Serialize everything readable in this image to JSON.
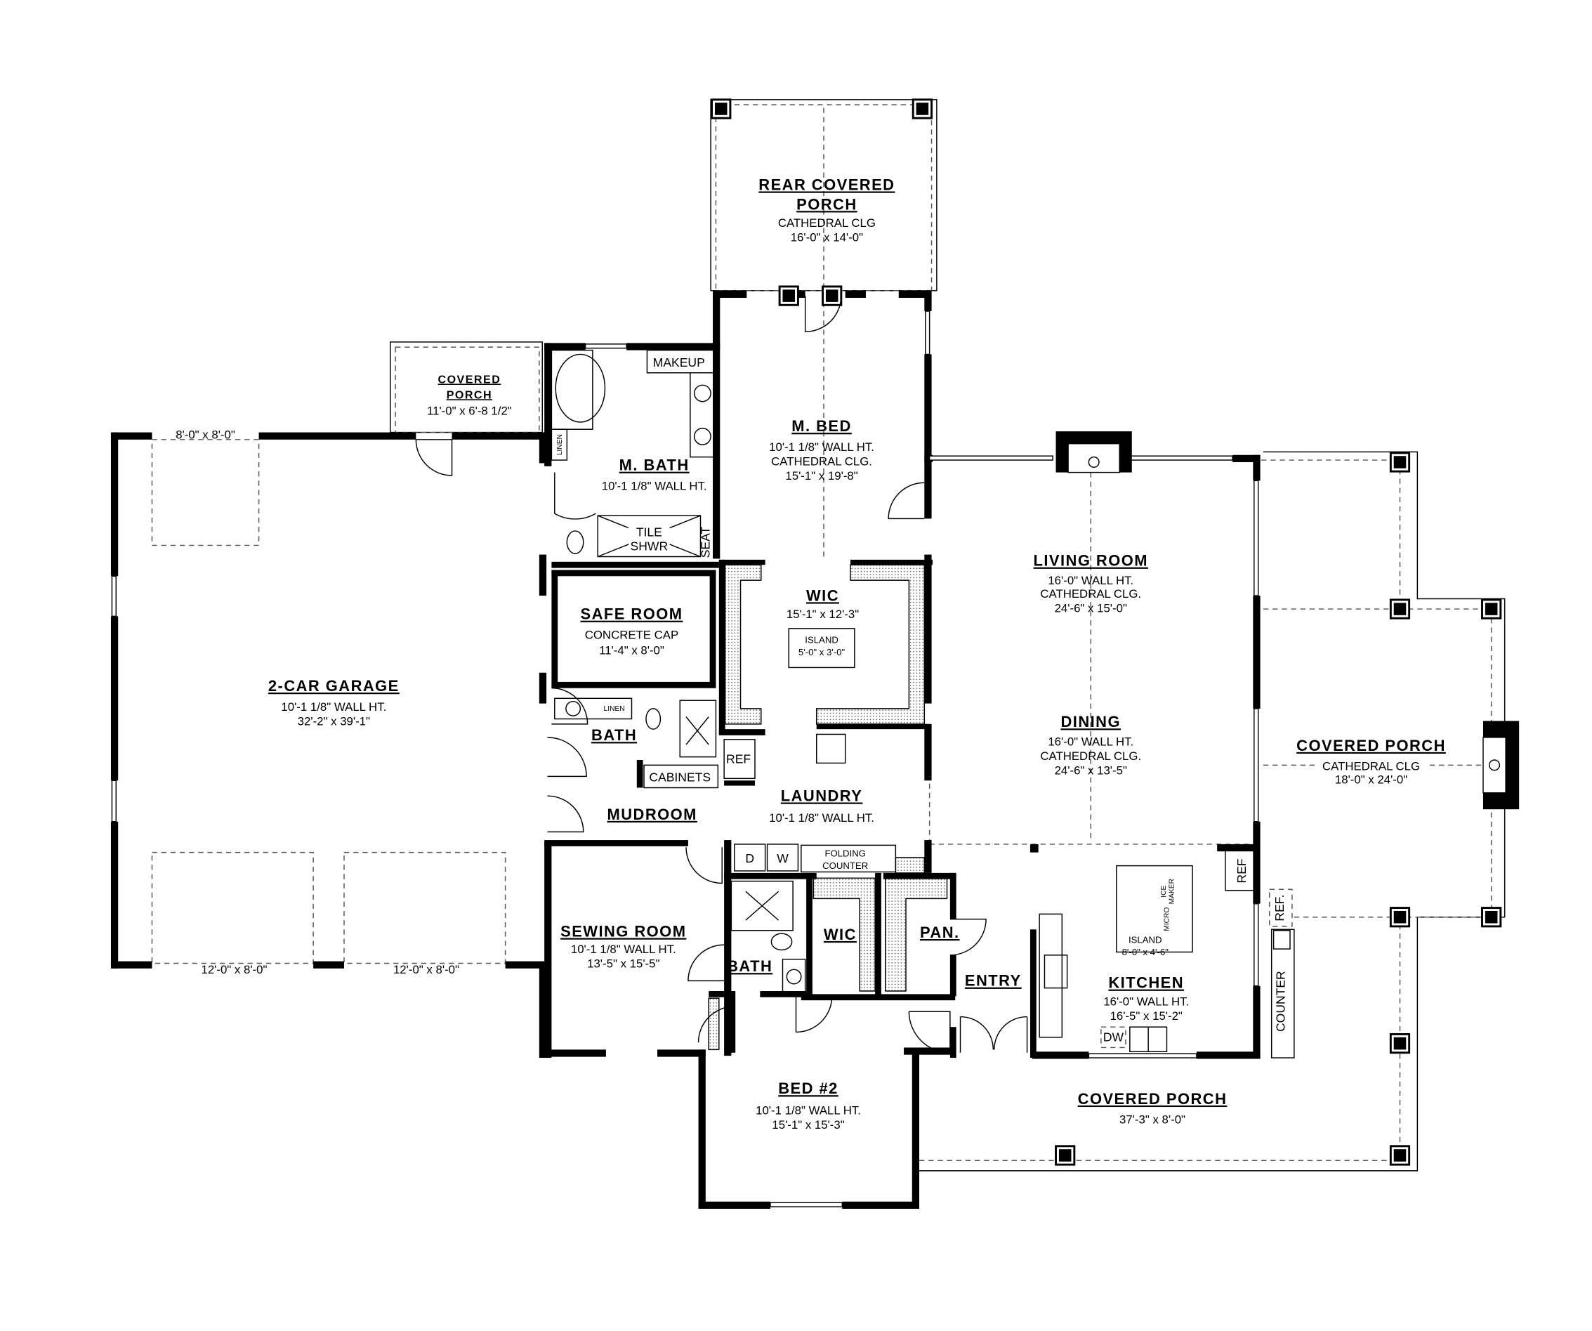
{
  "rooms": {
    "rear_porch": {
      "name": [
        "REAR COVERED",
        "PORCH"
      ],
      "details": [
        "CATHEDRAL CLG",
        "16'-0\" x 14'-0\""
      ]
    },
    "side_porch": {
      "name": [
        "COVERED",
        "PORCH"
      ],
      "details": [
        "11'-0\" x 6'-8 1/2\""
      ]
    },
    "master_bath": {
      "name": [
        "M. BATH"
      ],
      "details": [
        "10'-1 1/8\" WALL HT."
      ]
    },
    "master_bed": {
      "name": [
        "M. BED"
      ],
      "details": [
        "10'-1 1/8\" WALL HT.",
        "CATHEDRAL CLG.",
        "15'-1\" x 19'-8\""
      ]
    },
    "master_wic": {
      "name": [
        "WIC"
      ],
      "details": [
        "15'-1\" x 12'-3\""
      ]
    },
    "safe_room": {
      "name": [
        "SAFE ROOM"
      ],
      "details": [
        "CONCRETE CAP",
        "11'-4\" x 8'-0\""
      ]
    },
    "garage": {
      "name": [
        "2-CAR GARAGE"
      ],
      "details": [
        "10'-1 1/8\" WALL HT.",
        "32'-2\" x 39'-1\""
      ]
    },
    "bath_1": {
      "name": [
        "BATH"
      ]
    },
    "laundry": {
      "name": [
        "LAUNDRY"
      ],
      "details": [
        "10'-1 1/8\" WALL HT."
      ]
    },
    "mudroom": {
      "name": [
        "MUDROOM"
      ]
    },
    "living": {
      "name": [
        "LIVING ROOM"
      ],
      "details": [
        "16'-0\" WALL HT.",
        "CATHEDRAL CLG.",
        "24'-6\" x 15'-0\""
      ]
    },
    "dining": {
      "name": [
        "DINING"
      ],
      "details": [
        "16'-0\" WALL HT.",
        "CATHEDRAL CLG.",
        "24'-6\" x 13'-5\""
      ]
    },
    "right_porch": {
      "name": [
        "COVERED PORCH"
      ],
      "details": [
        "CATHEDRAL CLG",
        "18'-0\" x 24'-0\""
      ]
    },
    "sewing": {
      "name": [
        "SEWING ROOM"
      ],
      "details": [
        "10'-1 1/8\" WALL HT.",
        "13'-5\" x 15'-5\""
      ]
    },
    "wic_2": {
      "name": [
        "WIC"
      ]
    },
    "pantry": {
      "name": [
        "PAN."
      ]
    },
    "bath_2": {
      "name": [
        "BATH"
      ]
    },
    "entry": {
      "name": [
        "ENTRY"
      ]
    },
    "kitchen": {
      "name": [
        "KITCHEN"
      ],
      "details": [
        "16'-0\" WALL HT.",
        "16'-5\" x 15'-2\""
      ]
    },
    "bed_2": {
      "name": [
        "BED #2"
      ],
      "details": [
        "10'-1 1/8\" WALL HT.",
        "15'-1\" x 15'-3\""
      ]
    },
    "front_porch": {
      "name": [
        "COVERED PORCH"
      ],
      "details": [
        "37'-3\" x 8'-0\""
      ]
    }
  },
  "fixtures": {
    "makeup": "MAKEUP",
    "linen_1": "LINEN",
    "tile_shower": [
      "TILE",
      "SHWR"
    ],
    "seat": "SEAT",
    "wic_island": [
      "ISLAND",
      "5'-0\" x 3'-0\""
    ],
    "linen_2": "LINEN",
    "ref_laundry": "REF",
    "cabinets": "CABINETS",
    "dryer": "D",
    "washer": "W",
    "folding_counter": [
      "FOLDING",
      "COUNTER"
    ],
    "kitchen_island": [
      "ISLAND",
      "8'-0\" x 4'-6\""
    ],
    "ice_maker": [
      "ICE",
      "MAKER"
    ],
    "micro": "MICRO",
    "ref_kitchen": "REF",
    "ref_porch": "REF.",
    "counter": "COUNTER",
    "dw": "DW"
  },
  "garage_doors": [
    "8'-0\" x 8'-0\"",
    "12'-0\" x 8'-0\"",
    "12'-0\" x 8'-0\""
  ]
}
